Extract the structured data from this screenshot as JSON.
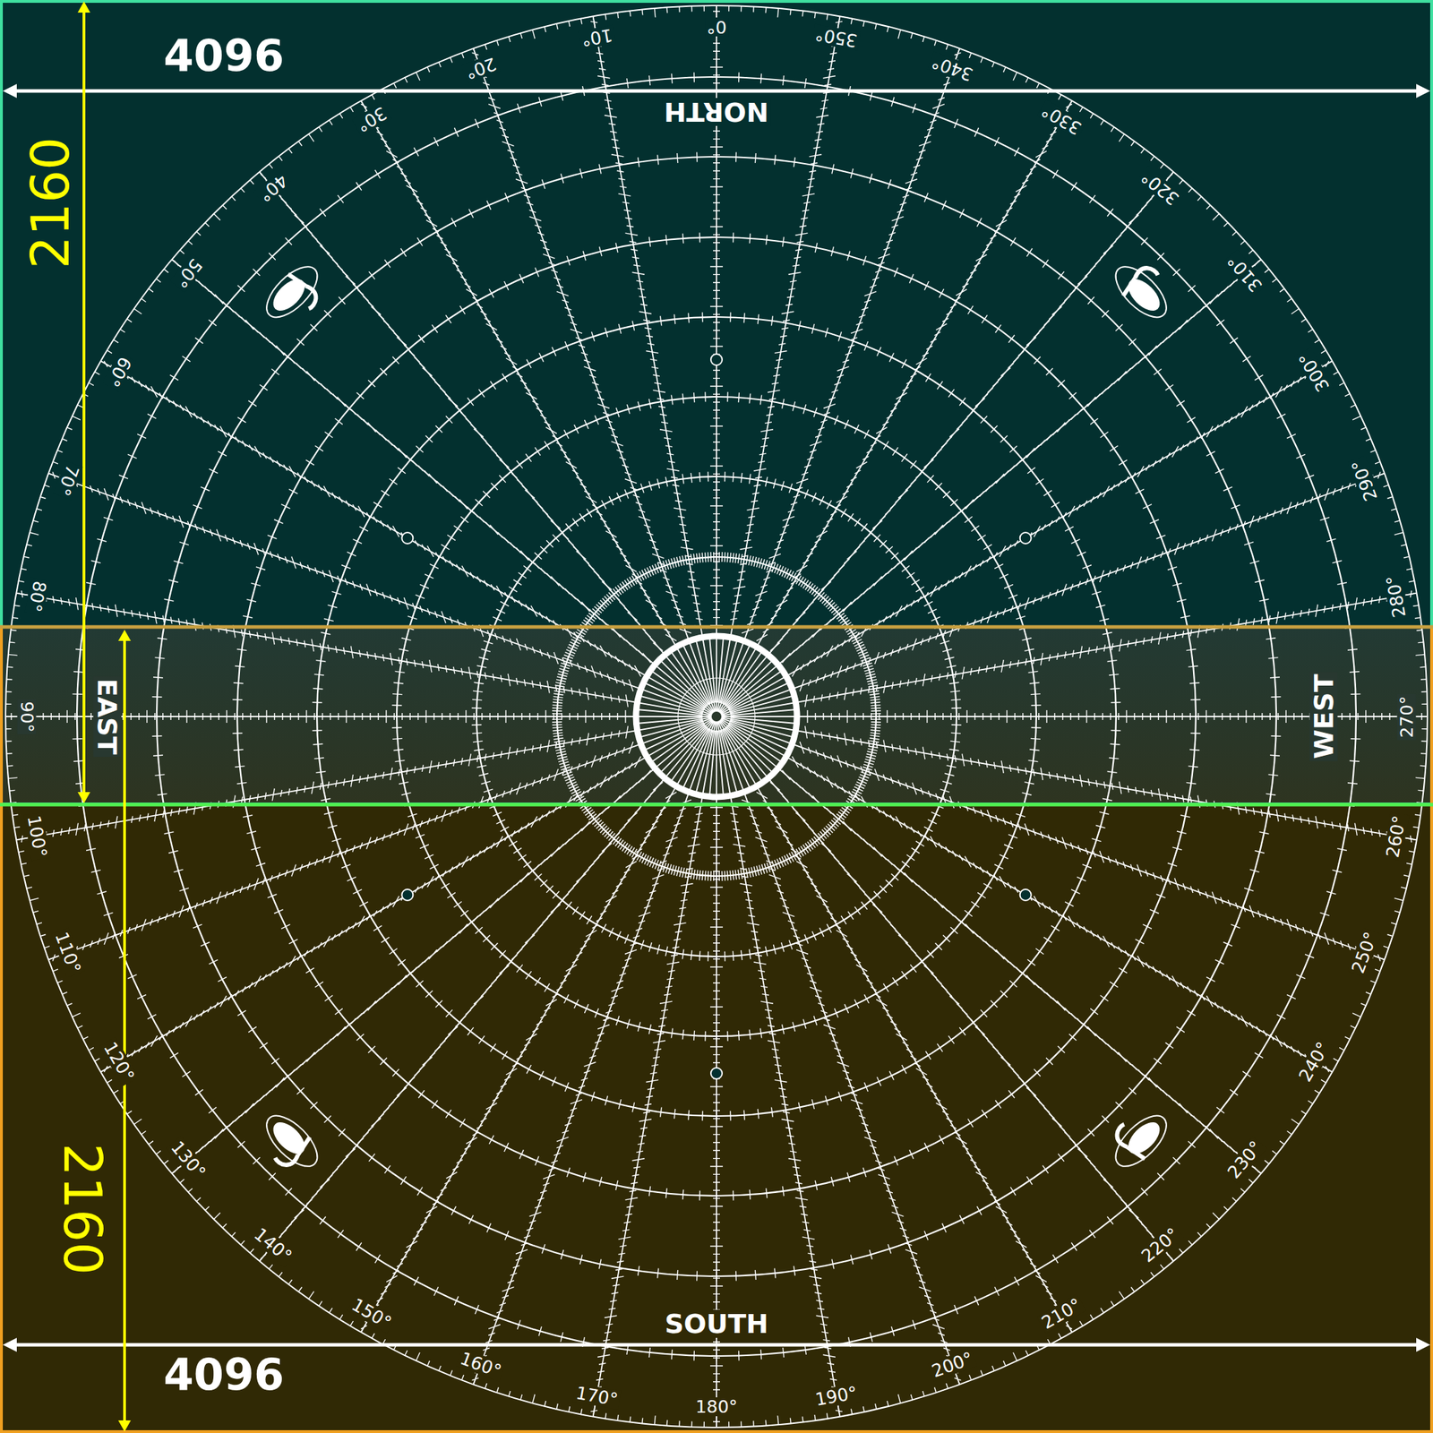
{
  "diagram": {
    "labels": [
      "4096",
      "2160",
      "NORTH",
      "EAST",
      "WEST",
      "SOUTH",
      "2160",
      "4096",
      "0°",
      "10°",
      "20°",
      "30°",
      "40°",
      "50°",
      "60°",
      "70°",
      "80°",
      "90°",
      "100°",
      "110°",
      "120°",
      "130°",
      "140°",
      "150°",
      "160°",
      "170°",
      "180°",
      "190°",
      "200°",
      "210°",
      "220°",
      "230°",
      "240°",
      "250°",
      "260°",
      "270°",
      "280°",
      "290°",
      "300°",
      "310°",
      "320°",
      "330°",
      "340°",
      "350°"
    ]
  }
}
